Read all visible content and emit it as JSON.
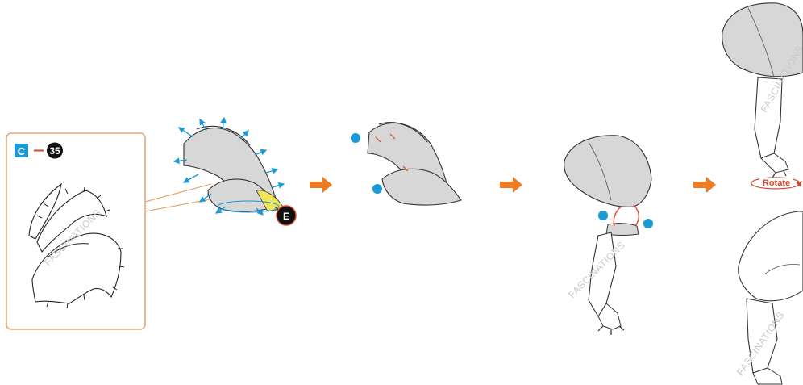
{
  "parts_box": {
    "sheet_letter": "C",
    "part_number": "35",
    "sheet_color": "#1a9ad6",
    "frame_color": "#e3a97a"
  },
  "callout_part": "E",
  "rotate_label": "Rotate",
  "watermark": "FASCINATIONS",
  "colors": {
    "arrow_orange": "#ee7a22",
    "dot_blue": "#1a9ad6",
    "tab_red": "#d8462a",
    "shell_gray": "#d7d7d7",
    "highlight_yellow": "#f2e45a"
  }
}
